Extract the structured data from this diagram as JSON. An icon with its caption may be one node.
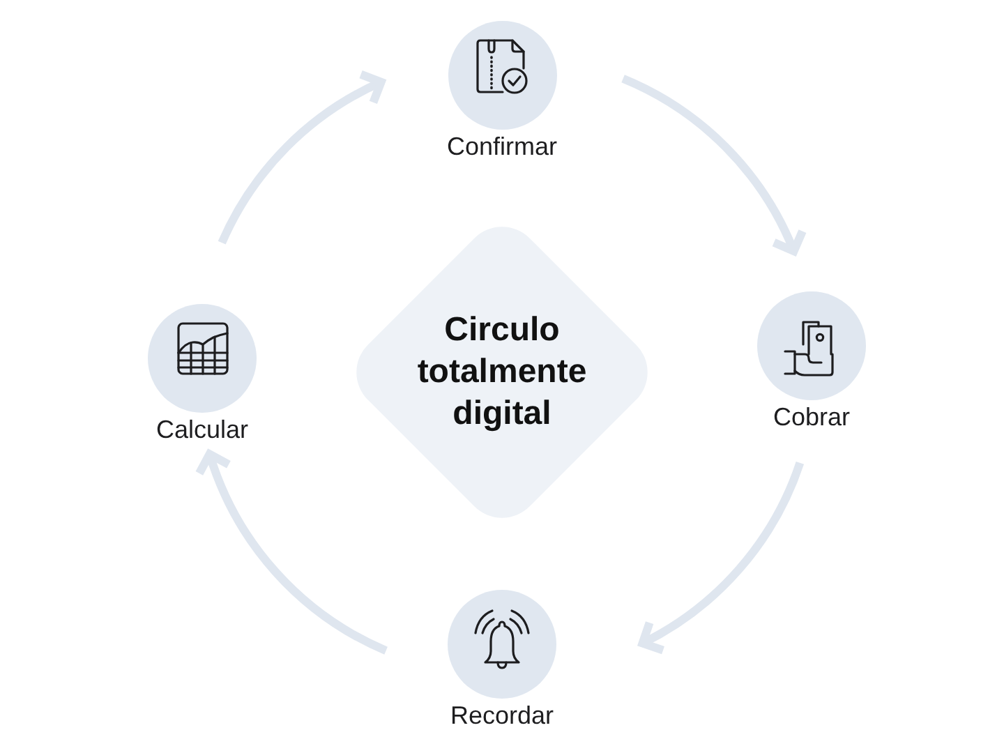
{
  "diagram": {
    "nodes": [
      {
        "text": [
          "Circulo totalmente digital"
        ]
      },
      {
        "text": [
          "Confirmar"
        ]
      },
      {
        "text": [
          "Cobrar"
        ]
      },
      {
        "text": [
          "Recordar"
        ]
      },
      {
        "text": [
          "Calcular"
        ]
      }
    ],
    "edges": [
      {
        "from": 4,
        "to": 1,
        "arrow": "to"
      },
      {
        "from": 1,
        "to": 2,
        "arrow": "to"
      },
      {
        "from": 2,
        "to": 3,
        "arrow": "to"
      },
      {
        "from": 3,
        "to": 4,
        "arrow": "to"
      }
    ]
  }
}
